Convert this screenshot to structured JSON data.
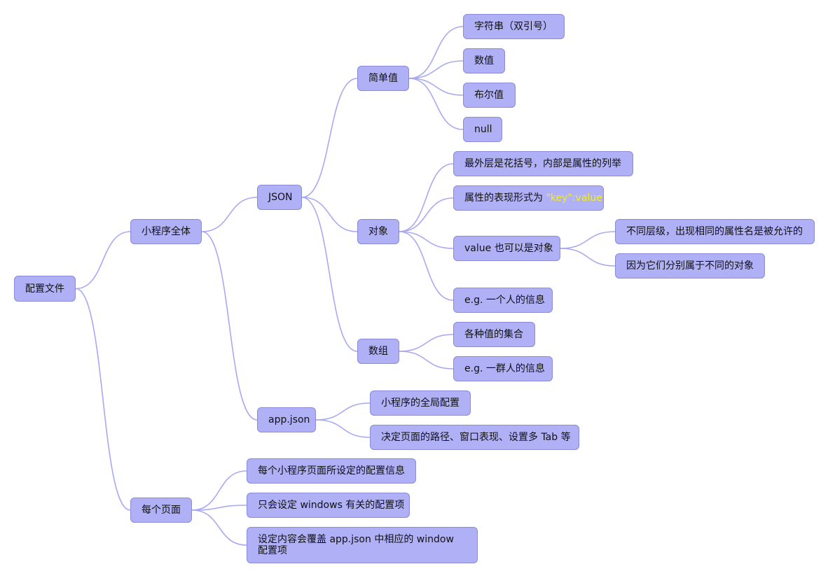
{
  "colors": {
    "node_fill": "#b0b0f7",
    "node_border": "#8a8ad6",
    "connector": "#a9a9f2",
    "highlight_text": "#f3ef1c",
    "text": "#111111"
  },
  "nodes": {
    "root": "配置文件",
    "all": "小程序全体",
    "json": "JSON",
    "simple": "简单值",
    "string": "字符串（双引号）",
    "number": "数值",
    "boolean": "布尔值",
    "null": "null",
    "object": "对象",
    "obj_outer": "最外层是花括号，内部是属性的列举",
    "obj_form_prefix": "属性的表现形式为 ",
    "obj_form_highlight": "\"key\":value",
    "obj_value": "value 也可以是对象",
    "obj_levels": "不同层级，出现相同的属性名是被允许的",
    "obj_belong": "因为它们分别属于不同的对象",
    "obj_eg": "e.g. 一个人的信息",
    "array": "数组",
    "arr_set": "各种值的集合",
    "arr_eg": "e.g. 一群人的信息",
    "appjson": "app.json",
    "app_global": "小程序的全局配置",
    "app_decide": "决定页面的路径、窗口表现、设置多 Tab 等",
    "page": "每个页面",
    "page_info": "每个小程序页面所设定的配置信息",
    "page_windows": "只会设定 windows 有关的配置项",
    "page_override": "设定内容会覆盖 app.json 中相应的 window 配置项"
  }
}
